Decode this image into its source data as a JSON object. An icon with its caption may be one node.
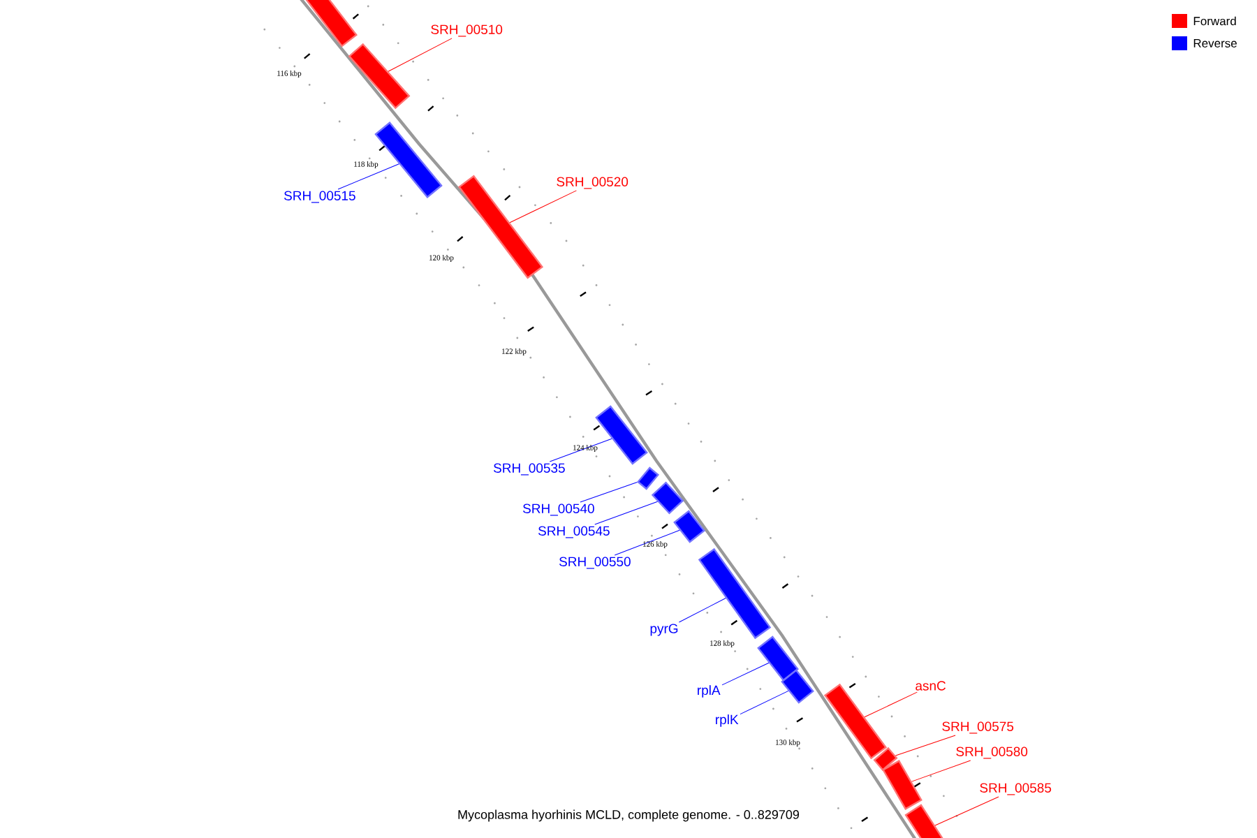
{
  "diagram": {
    "caption": "Mycoplasma hyorhinis MCLD, complete genome. - 0..829709",
    "nodes": [
      {
        "text": [],
        "shape": "bar"
      },
      {
        "text": [],
        "shape": "bar"
      },
      {
        "text": [],
        "shape": "bar"
      },
      {
        "text": [],
        "shape": "bar"
      },
      {
        "text": [],
        "shape": "bar"
      },
      {
        "text": [],
        "shape": "bar"
      },
      {
        "text": [],
        "shape": "bar"
      },
      {
        "text": [],
        "shape": "bar"
      },
      {
        "text": [],
        "shape": "bar"
      },
      {
        "text": [],
        "shape": "bar"
      },
      {
        "text": [],
        "shape": "bar"
      },
      {
        "text": [],
        "shape": "bar"
      },
      {
        "text": [],
        "shape": "bar"
      },
      {
        "text": [],
        "shape": "bar"
      },
      {
        "text": [],
        "shape": "bar"
      },
      {
        "text": [
          "SRH_00510"
        ]
      },
      {
        "text": [
          "SRH_00515"
        ]
      },
      {
        "text": [
          "SRH_00520"
        ]
      },
      {
        "text": [
          "SRH_00535"
        ]
      },
      {
        "text": [
          "SRH_00540"
        ]
      },
      {
        "text": [
          "SRH_00545"
        ]
      },
      {
        "text": [
          "SRH_00550"
        ]
      },
      {
        "text": [
          "pyrG"
        ]
      },
      {
        "text": [
          "rplA"
        ]
      },
      {
        "text": [
          "rplK"
        ]
      },
      {
        "text": [
          "asnC"
        ]
      },
      {
        "text": [
          "SRH_00575"
        ]
      },
      {
        "text": [
          "SRH_00580"
        ]
      },
      {
        "text": [
          "SRH_00585"
        ]
      }
    ],
    "edges": [
      {
        "from": 15,
        "to": 1,
        "arrow": "none",
        "color": "#ff0000"
      },
      {
        "from": 16,
        "to": 2,
        "arrow": "none"
      },
      {
        "from": 17,
        "to": 3,
        "arrow": "none",
        "color": "#ff0000"
      },
      {
        "from": 18,
        "to": 4,
        "arrow": "none"
      },
      {
        "from": 19,
        "to": 5,
        "arrow": "none"
      },
      {
        "from": 20,
        "to": 6,
        "arrow": "none"
      },
      {
        "from": 21,
        "to": 7,
        "arrow": "none"
      },
      {
        "from": 22,
        "to": 8,
        "arrow": "none"
      },
      {
        "from": 23,
        "to": 9,
        "arrow": "none"
      },
      {
        "from": 24,
        "to": 10,
        "arrow": "none"
      },
      {
        "from": 25,
        "to": 11,
        "arrow": "none",
        "color": "#ff0000"
      },
      {
        "from": 26,
        "to": 12,
        "arrow": "none",
        "color": "#ff0000"
      },
      {
        "from": 27,
        "to": 13,
        "arrow": "none",
        "color": "#ff0000"
      },
      {
        "from": 28,
        "to": 14,
        "arrow": "none",
        "color": "#ff0000"
      }
    ],
    "labels": [
      "116 kbp",
      "118 kbp",
      "120 kbp",
      "122 kbp",
      "124 kbp",
      "126 kbp",
      "128 kbp",
      "130 kbp"
    ],
    "legend": [
      {
        "text": "Forward",
        "color": "#ff0000"
      },
      {
        "text": "Reverse",
        "color": "#0000ff"
      }
    ]
  }
}
